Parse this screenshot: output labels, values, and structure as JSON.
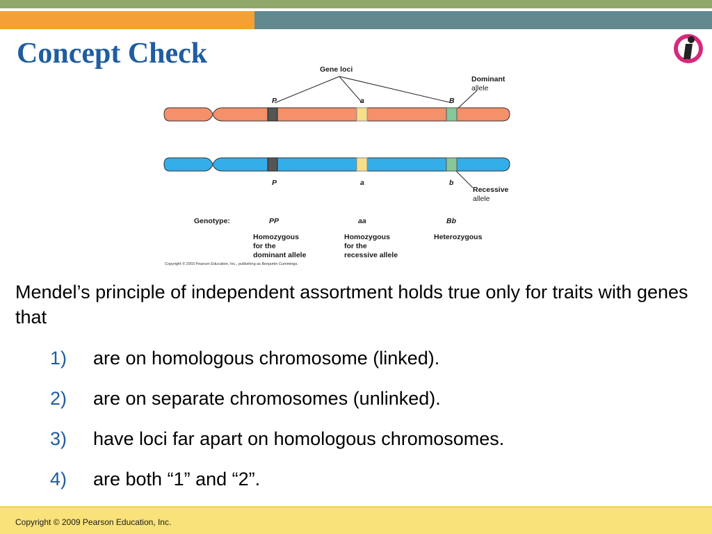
{
  "slide": {
    "title": "Concept Check",
    "colors": {
      "title": "#1f5da0",
      "top_green": "#8fa86a",
      "orange": "#f5a035",
      "teal": "#62898f",
      "footer": "#f9e27a",
      "chromosome_top": "#f4906a",
      "chromosome_bottom": "#34aee8"
    },
    "logo_icon": "info-person-icon"
  },
  "diagram": {
    "gene_loci_label": "Gene loci",
    "dominant_allele_line1": "Dominant",
    "dominant_allele_line2": "allele",
    "recessive_allele_line1": "Recessive",
    "recessive_allele_line2": "allele",
    "top_alleles": [
      "P",
      "a",
      "B"
    ],
    "bottom_alleles": [
      "P",
      "a",
      "b"
    ],
    "genotype_label": "Genotype:",
    "genotypes": [
      "PP",
      "aa",
      "Bb"
    ],
    "descriptions": [
      "Homozygous\nfor the\ndominant allele",
      "Homozygous\nfor the\nrecessive allele",
      "Heterozygous"
    ],
    "copyright": "Copyright © 2003 Pearson Education, Inc., publishing as Benjamin Cummings."
  },
  "question": "Mendel’s principle of independent assortment holds true only for traits with genes that",
  "options": [
    {
      "num": "1)",
      "text": "are on homologous chromosome (linked)."
    },
    {
      "num": "2)",
      "text": "are on separate chromosomes (unlinked)."
    },
    {
      "num": "3)",
      "text": "have loci far apart on homologous chromosomes."
    },
    {
      "num": "4)",
      "text": "are both “1” and “2”."
    }
  ],
  "footer": {
    "copyright": "Copyright © 2009 Pearson Education, Inc."
  }
}
